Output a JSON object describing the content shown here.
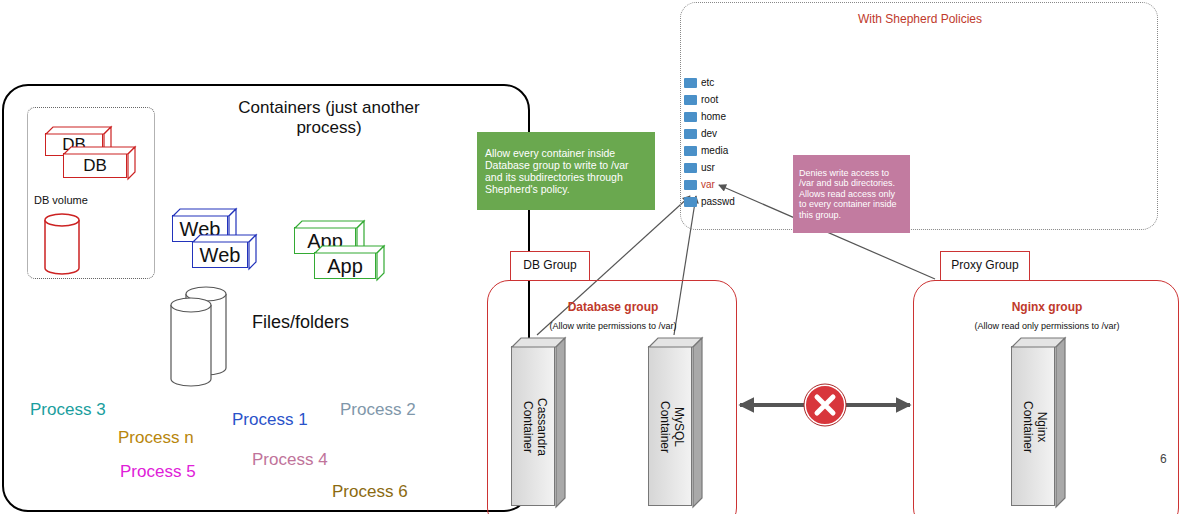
{
  "diagram": {
    "nodes": [
      {
        "text": [
          "Containers (just another process)"
        ]
      },
      {
        "text": [
          "DB volume"
        ],
        "in": 0
      },
      {
        "text": [
          "DB"
        ],
        "in": 1
      },
      {
        "text": [
          "DB"
        ],
        "in": 1
      },
      {
        "text": [
          "Web"
        ],
        "in": 0
      },
      {
        "text": [
          "Web"
        ],
        "in": 0
      },
      {
        "text": [
          "App"
        ],
        "in": 0
      },
      {
        "text": [
          "App"
        ],
        "in": 0
      },
      {
        "text": [
          "With Shepherd Policies"
        ]
      },
      {
        "text": [
          "etc"
        ],
        "in": 8
      },
      {
        "text": [
          "root"
        ],
        "in": 8
      },
      {
        "text": [
          "home"
        ],
        "in": 8
      },
      {
        "text": [
          "dev"
        ],
        "in": 8
      },
      {
        "text": [
          "media"
        ],
        "in": 8
      },
      {
        "text": [
          "usr"
        ],
        "in": 8
      },
      {
        "text": [
          "var"
        ],
        "in": 8
      },
      {
        "text": [
          "passwd"
        ],
        "in": 8
      },
      {
        "text": [
          "Allow every container inside Database group to write to /var and its subdirectories through Shepherd's policy."
        ]
      },
      {
        "text": [
          "Denies write access to /var and sub directories. Allows read access only to every container inside this group."
        ]
      },
      {
        "text": [
          "DB Group"
        ]
      },
      {
        "text": [
          "Database group",
          "(Allow write permissions to /var)"
        ]
      },
      {
        "text": [
          "Cassandra Container"
        ],
        "in": 20
      },
      {
        "text": [
          "MySQL Container"
        ],
        "in": 20
      },
      {
        "text": [
          "Proxy Group"
        ]
      },
      {
        "text": [
          "Nginx group",
          "(Allow read only permissions to /var)"
        ]
      },
      {
        "text": [
          "Nginx Container"
        ],
        "in": 24
      }
    ],
    "edges": [
      {
        "from": 21,
        "to": 15,
        "arrow": "to"
      },
      {
        "from": 22,
        "to": 15,
        "arrow": "to"
      },
      {
        "from": 20,
        "to": 24,
        "arrow": "both"
      },
      {
        "from": 24,
        "to": 15,
        "arrow": "to"
      }
    ],
    "labels": [
      "Files/folders",
      "Process 3",
      "Process n",
      "Process 1",
      "Process 2",
      "Process 4",
      "Process 5",
      "Process 6",
      "6"
    ]
  }
}
